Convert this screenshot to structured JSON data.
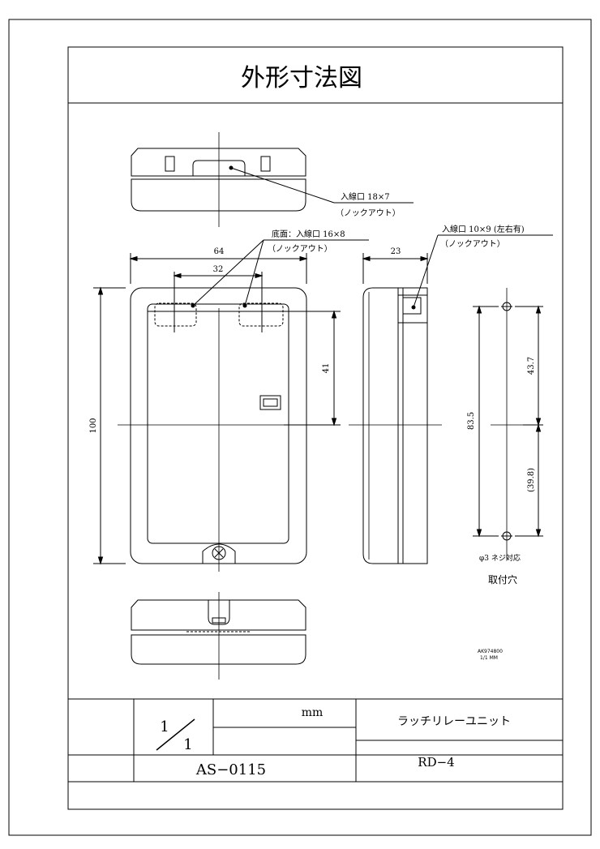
{
  "title": "外形寸法図",
  "labels": {
    "inlet_top": "入線口 18×7",
    "knockout_1": "（ノックアウト）",
    "inlet_bottom": "底面：入線口 16×8",
    "knockout_2": "（ノックアウト）",
    "inlet_side": "入線口 10×9 (左右有)",
    "knockout_3": "（ノックアウト）",
    "screw_note": "φ3 ネジ対応",
    "mount_hole": "取付穴",
    "code_line1": "AK974800",
    "code_line2": "1/1 MM"
  },
  "dimensions": {
    "width": "64",
    "inner_width": "32",
    "depth": "23",
    "height": "100",
    "inlet_pos": "41",
    "hole_pitch": "83.5",
    "upper_hole": "43.7",
    "lower_hole": "(39.8)"
  },
  "title_block": {
    "scale_num": "1",
    "scale_den": "1",
    "unit": "mm",
    "product_name": "ラッチリレーユニット",
    "drawing_no": "AS−0115",
    "model": "RD−4"
  }
}
